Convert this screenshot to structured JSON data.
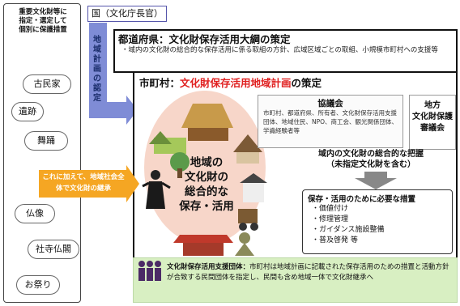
{
  "left_panel": {
    "title_lines": [
      "重要文化財等に",
      "指定・選定して",
      "個別に保護措置"
    ],
    "items": [
      "古民家",
      "遺跡",
      "舞踊",
      "仏像",
      "社寺仏閣",
      "お祭り"
    ]
  },
  "kuni": "国（文化庁長官）",
  "vertical_label": [
    "地",
    "域",
    "計",
    "画",
    "の",
    "認",
    "定"
  ],
  "prefecture": {
    "head": "都道府県：文化財保存活用大綱の策定",
    "body": "・域内の文化財の総合的な保存活用に係る取組の方針、広域区域ごとの取組、小規模市町村への支援等"
  },
  "city": {
    "head_prefix": "市町村：",
    "head_red": "文化財保存活用地域計画",
    "head_suffix": "の策定"
  },
  "council": {
    "title": "協議会",
    "body": "市町村、都道府県、所有者、文化財保存活用支援団体、地域住民、NPO、商工会、観光関係団体、学識経験者等"
  },
  "chiho": [
    "地方",
    "文化財保護",
    "審議会"
  ],
  "center": [
    "地域の",
    "文化財の",
    "総合的な",
    "保存・活用"
  ],
  "orange": "これに加えて、地域社会全体で文化財の継承",
  "grasp": {
    "line1": "域内の文化財の総合的な把握",
    "line2": "（未指定文化財を含む）"
  },
  "measures": {
    "title": "保存・活用のために必要な措置",
    "items": [
      "・価値付け",
      "・修理管理",
      "・ガイダンス施設整備",
      "・普及啓発 等"
    ]
  },
  "support": {
    "bold": "文化財保存活用支援団体：",
    "text": "市町村は地域計画に記載された保存活用のための措置と活動方針が合致する民間団体を指定し、民間も含め地域一体で文化財継承へ"
  },
  "colors": {
    "arrow_blue": "#7f8cd6",
    "orange": "#f5a623",
    "green_bg": "#d8efc2",
    "red_accent": "#e02020",
    "circle_pink": "#f7d6c9"
  }
}
